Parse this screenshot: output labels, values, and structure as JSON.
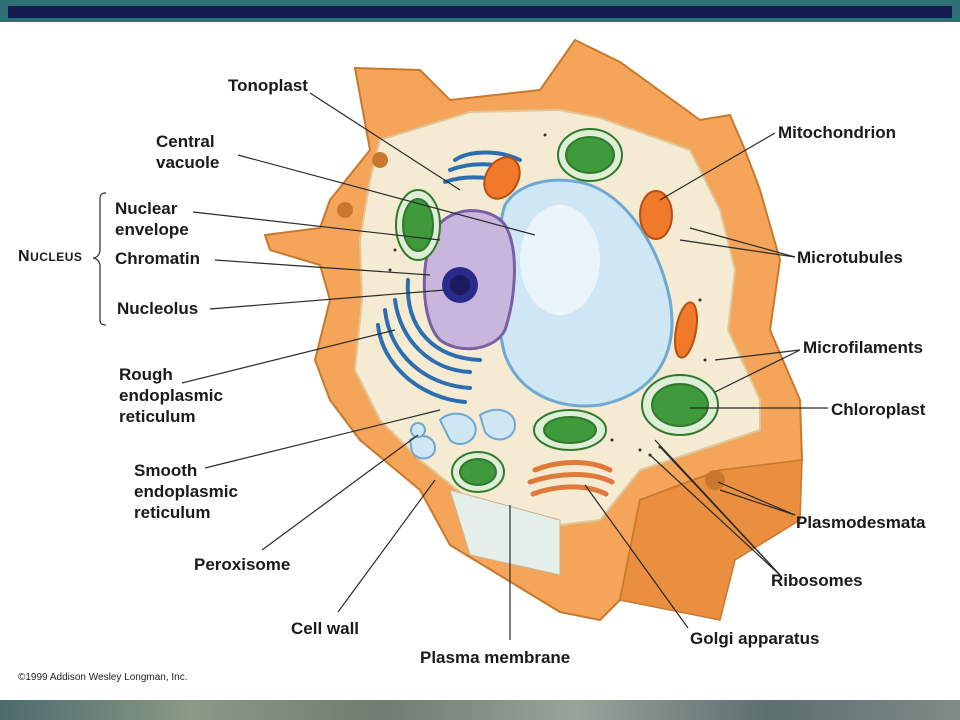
{
  "labels": {
    "tonoplast": "Tonoplast",
    "central_vacuole": "Central\nvacuole",
    "nuclear_envelope": "Nuclear\nenvelope",
    "nucleus_initial": "N",
    "nucleus_rest": "UCLEUS",
    "chromatin": "Chromatin",
    "nucleolus": "Nucleolus",
    "rough_er": "Rough\nendoplasmic\nreticulum",
    "smooth_er": "Smooth\nendoplasmic\nreticulum",
    "peroxisome": "Peroxisome",
    "cell_wall": "Cell wall",
    "plasma_membrane": "Plasma membrane",
    "golgi": "Golgi apparatus",
    "ribosomes": "Ribosomes",
    "plasmodesmata": "Plasmodesmata",
    "chloroplast": "Chloroplast",
    "microfilaments": "Microfilaments",
    "microtubules": "Microtubules",
    "mitochondrion": "Mitochondrion"
  },
  "copyright": "©1999 Addison Wesley Longman, Inc.",
  "colors": {
    "frame_teal": "#2e6f73",
    "frame_navy": "#161a52",
    "cell_wall": "#f4a55a",
    "cytoplasm": "#f5ead2",
    "vacuole": "#cfe6f5",
    "nucleus": "#c8b6dc",
    "chloroplast": "#3e9a3a",
    "mitochondrion": "#f07a2a",
    "er": "#2b6fb0"
  }
}
